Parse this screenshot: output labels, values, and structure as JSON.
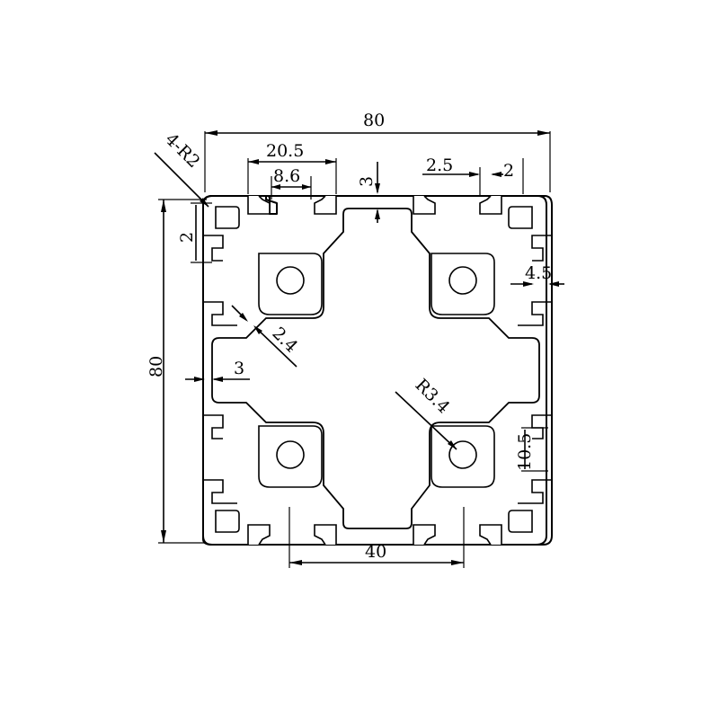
{
  "drawing": {
    "subject": "aluminium-extrusion-profile-cross-section",
    "line_color": "#000000",
    "background": "#ffffff"
  },
  "dimensions": {
    "overall_width": "80",
    "overall_height": "80",
    "slot_outer_width": "20.5",
    "slot_opening": "8.6",
    "wall_top": "3",
    "lip_width": "2.5",
    "lip_depth": "2",
    "corner_radius": "4-R2",
    "corner_offset": "2",
    "side_gap": "4.5",
    "rib_thickness": "2.4",
    "wall_side": "3",
    "hole_radius": "R3.4",
    "slot_depth": "10.5",
    "slot_spacing": "40"
  }
}
